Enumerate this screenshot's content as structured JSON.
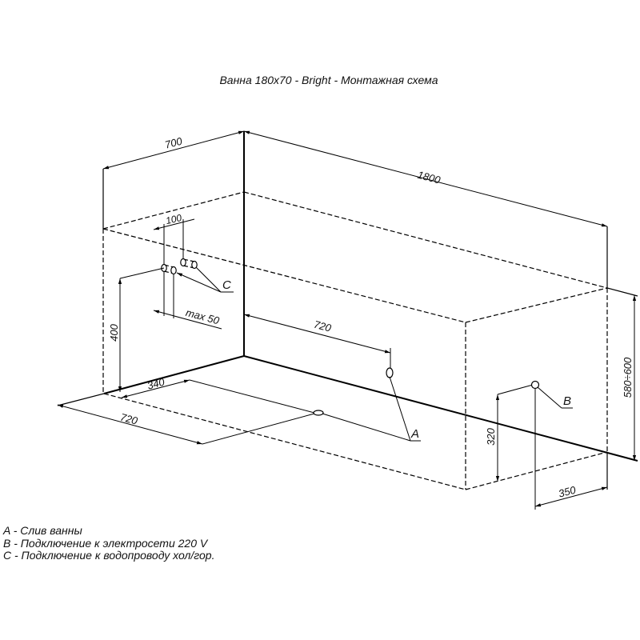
{
  "title": "Ванна 180x70 - Bright - Монтажная схема",
  "dimensions": {
    "width": "700",
    "length": "1800",
    "pipe_spacing": "100",
    "pipe_offset": "max 50",
    "pipe_height": "400",
    "wall_drain_offset": "720",
    "floor_drain_offset_side": "340",
    "floor_drain_offset_length": "720",
    "power_height": "320",
    "power_offset": "350",
    "tub_height": "580÷600"
  },
  "markers": {
    "drain": "A",
    "power": "B",
    "water": "C"
  },
  "legend": [
    {
      "key": "A",
      "text": "A - Слив ванны"
    },
    {
      "key": "B",
      "text": "B - Подключение к электросети 220 V"
    },
    {
      "key": "C",
      "text": "C - Подключение к водопроводу хол/гор."
    }
  ],
  "colors": {
    "line": "#000000",
    "background": "#ffffff"
  }
}
